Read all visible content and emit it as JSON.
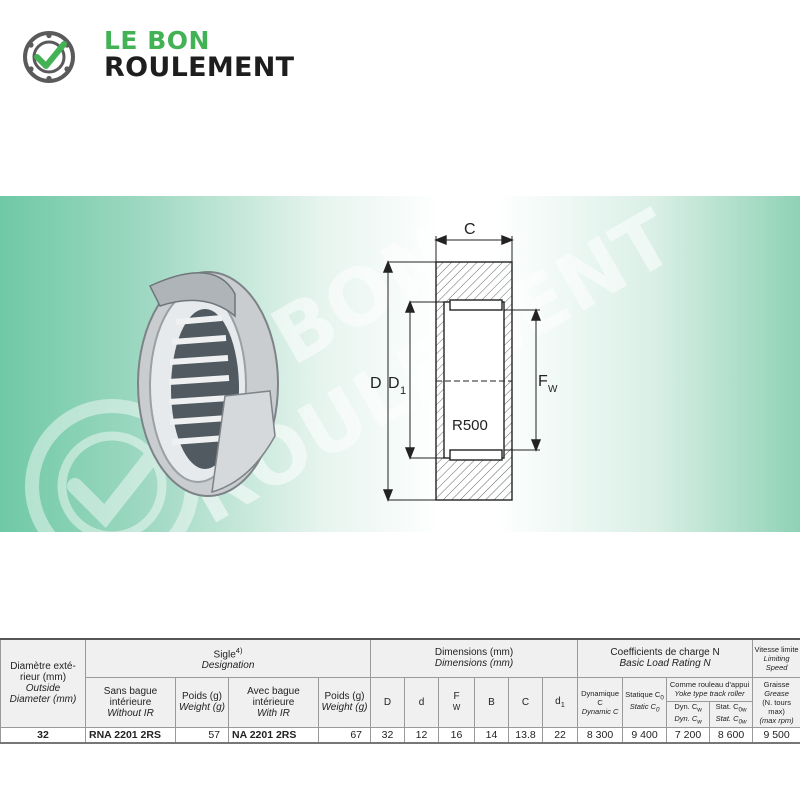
{
  "logo": {
    "line1": "LE BON",
    "line2": "ROULEMENT",
    "green": "#43b255",
    "dark": "#1e1e1e"
  },
  "watermark": {
    "line1": "LE BON",
    "line2": "ROULEMENT"
  },
  "drawing": {
    "c": "C",
    "d": "D",
    "d1": "D",
    "d1_sub": "1",
    "fw": "F",
    "fw_sub": "W",
    "r": "R500"
  },
  "table": {
    "col_outside": {
      "fr_a": "Diamètre exté-",
      "fr_b": "rieur (mm)",
      "en_a": "Outside",
      "en_b": "Diameter (mm)"
    },
    "sigle": {
      "fr": "Sigle",
      "sup": "4)",
      "en": "Designation"
    },
    "without_ir": {
      "fr_a": "Sans bague",
      "fr_b": "intérieure",
      "en": "Without IR"
    },
    "weight1": {
      "fr": "Poids (g)",
      "en": "Weight (g)"
    },
    "with_ir": {
      "fr_a": "Avec bague",
      "fr_b": "intérieure",
      "en": "With IR"
    },
    "weight2": {
      "fr": "Poids (g)",
      "en": "Weight (g)"
    },
    "dimensions": {
      "fr": "Dimensions (mm)",
      "en": "Dimensions (mm)"
    },
    "dim_cols": {
      "D": "D",
      "d": "d",
      "F": "F",
      "Fw_sub": "W",
      "B": "B",
      "C": "C",
      "d1": "d",
      "d1_sub": "1"
    },
    "load": {
      "fr": "Coefficients de charge N",
      "en": "Basic Load Rating N"
    },
    "dynamic": {
      "fr": "Dynamique C",
      "en": "Dynamic C"
    },
    "static": {
      "fr": "Statique C",
      "fr_sub": "0",
      "en": "Static C",
      "en_sub": "0"
    },
    "yoke": {
      "fr": "Comme rouleau d'appui",
      "en": "Yoke type track roller",
      "dyn": "Dyn. C",
      "dyn_sub": "w",
      "dyn_en": "Dyn. C",
      "dyn_en_sub": "w",
      "stat": "Stat. C",
      "stat_sub": "0w",
      "stat_en": "Stat. C",
      "stat_en_sub": "0w"
    },
    "speed": {
      "fr": "Vitesse limite",
      "en": "Limiting Speed",
      "grease_fr": "Graisse",
      "grease_en": "Grease",
      "unit_fr": "(N. tours max)",
      "unit_en": "(max rpm)"
    },
    "row": {
      "outside": "32",
      "without_ir": "RNA 2201 2RS",
      "weight1": "57",
      "with_ir": "NA 2201 2RS",
      "weight2": "67",
      "D": "32",
      "d": "12",
      "Fw": "16",
      "B": "14",
      "C": "13.8",
      "d1": "22",
      "dynamic": "8 300",
      "static": "9 400",
      "dyn_w": "7 200",
      "stat_w": "8 600",
      "speed": "9 500"
    }
  }
}
